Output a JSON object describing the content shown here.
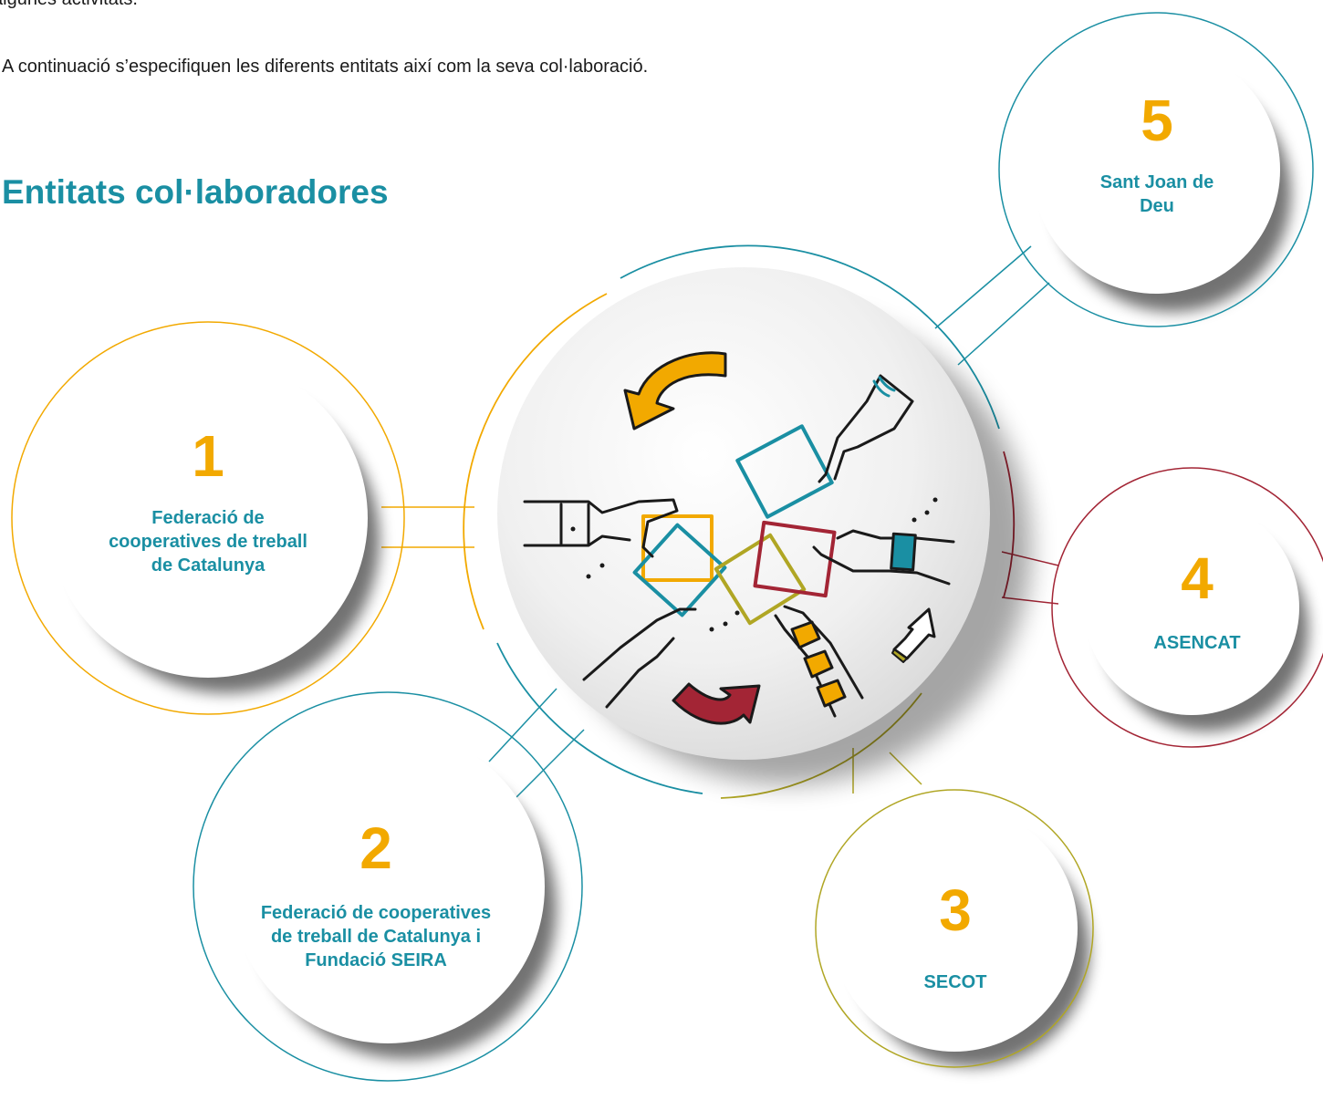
{
  "intro": {
    "line1": "algunes activitats.",
    "line2": "A continuació s’especifiquen les diferents entitats així com la seva col·laboració."
  },
  "heading": "Entitats col·laboradores",
  "colors": {
    "teal": "#1a8fa3",
    "orange": "#f2a900",
    "crimson": "#a32535",
    "olive": "#b0a624"
  },
  "nodes": [
    {
      "number": "1",
      "label": "Federació de cooperatives de treball de Catalunya",
      "ring_color": "#f2a900"
    },
    {
      "number": "2",
      "label": "Federació de cooperatives de treball de Catalunya i Fundació SEIRA",
      "ring_color": "#1a8fa3"
    },
    {
      "number": "3",
      "label": "SECOT",
      "ring_color": "#b0a624"
    },
    {
      "number": "4",
      "label": "ASENCAT",
      "ring_color": "#a32535"
    },
    {
      "number": "5",
      "label": "Sant Joan de Deu",
      "ring_color": "#1a8fa3"
    }
  ],
  "center_icon": "hands-puzzle-illustration"
}
